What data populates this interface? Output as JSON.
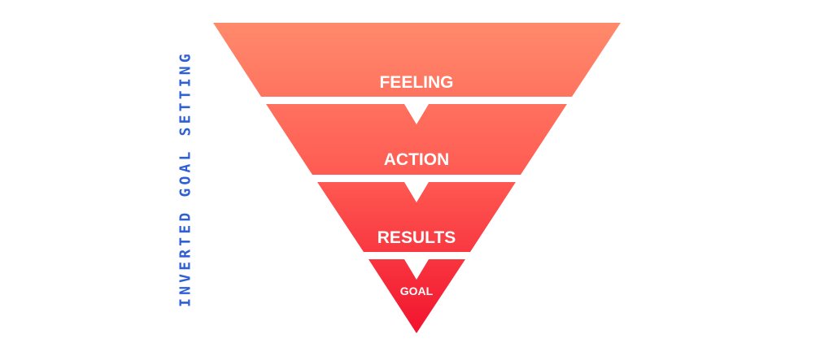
{
  "title": "INVERTED GOAL SETTING",
  "colors": {
    "title": "#2f5fd6",
    "top": "#ff8a6c",
    "bottom": "#f2132e",
    "label": "#ffffff",
    "background": "#ffffff"
  },
  "levels": [
    {
      "label": "FEELING"
    },
    {
      "label": "ACTION"
    },
    {
      "label": "RESULTS"
    },
    {
      "label": "GOAL"
    }
  ]
}
